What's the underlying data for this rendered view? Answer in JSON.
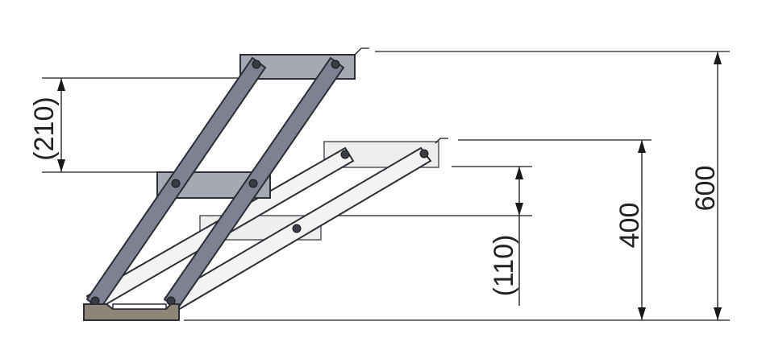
{
  "dimensions": {
    "total_height": "600",
    "lower_height": "400",
    "step_rise_top": "(210)",
    "step_rise_bottom": "(110)"
  },
  "colors": {
    "steel_dark": "#7d8191",
    "steel_light": "#f3f3f3",
    "base": "#8e8478",
    "line": "#1a1a1a"
  }
}
